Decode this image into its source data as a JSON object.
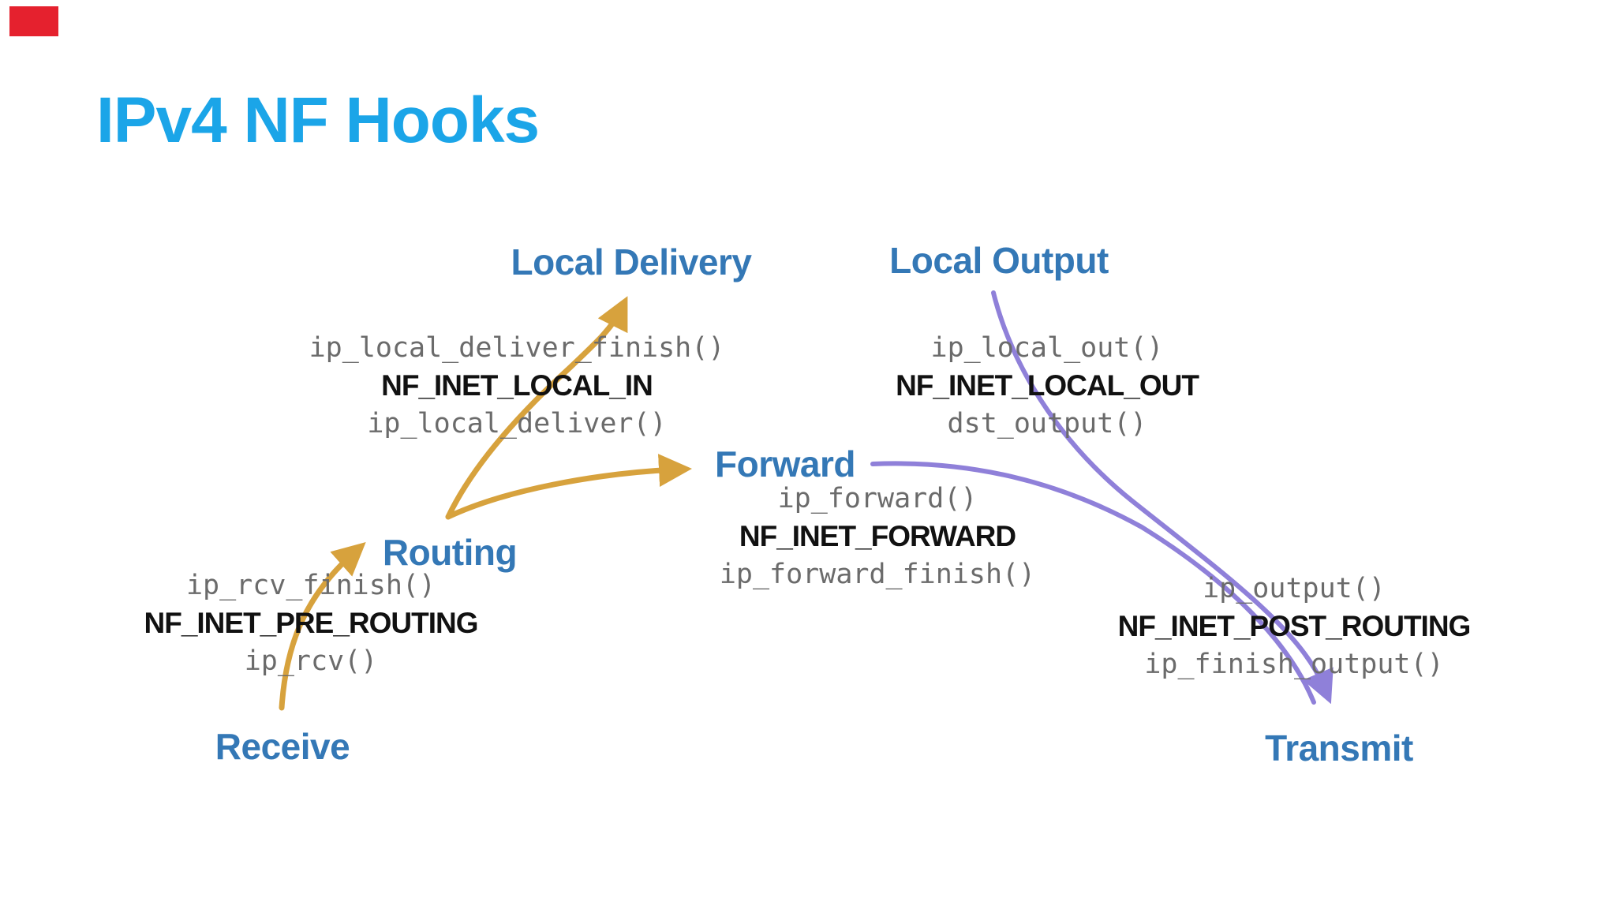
{
  "title": "IPv4 NF Hooks",
  "nodes": {
    "local_delivery": "Local Delivery",
    "local_output": "Local Output",
    "forward": "Forward",
    "routing": "Routing",
    "receive": "Receive",
    "transmit": "Transmit"
  },
  "hook_blocks": {
    "local_in": {
      "line_top": "ip_local_deliver_finish()",
      "hook": "NF_INET_LOCAL_IN",
      "line_bottom": "ip_local_deliver()"
    },
    "local_out": {
      "line_top": "ip_local_out()",
      "hook": "NF_INET_LOCAL_OUT",
      "line_bottom": "dst_output()"
    },
    "forward": {
      "line_top": "ip_forward()",
      "hook": "NF_INET_FORWARD",
      "line_bottom": "ip_forward_finish()"
    },
    "pre_routing": {
      "line_top": "ip_rcv_finish()",
      "hook": "NF_INET_PRE_ROUTING",
      "line_bottom": "ip_rcv()"
    },
    "post_routing": {
      "line_top": "ip_output()",
      "hook": "NF_INET_POST_ROUTING",
      "line_bottom": "ip_finish_output()"
    }
  },
  "arrows": [
    {
      "from": "Receive",
      "to": "Routing",
      "color_name": "gold"
    },
    {
      "from": "Routing",
      "to": "Local Delivery",
      "color_name": "gold"
    },
    {
      "from": "Routing",
      "to": "Forward",
      "color_name": "gold"
    },
    {
      "from": "Local Output",
      "to": "Transmit",
      "color_name": "purple"
    },
    {
      "from": "Forward",
      "to": "Transmit",
      "color_name": "purple"
    }
  ],
  "colors": {
    "title_text": "#1BA5E8",
    "node_label_text": "#3478B6",
    "function_text": "#6B6B6B",
    "hook_text": "#111111",
    "gold_arrow": "#D7A23D",
    "purple_arrow": "#8F80D9",
    "red_marker": "#E5212E",
    "background": "#FFFFFF"
  }
}
